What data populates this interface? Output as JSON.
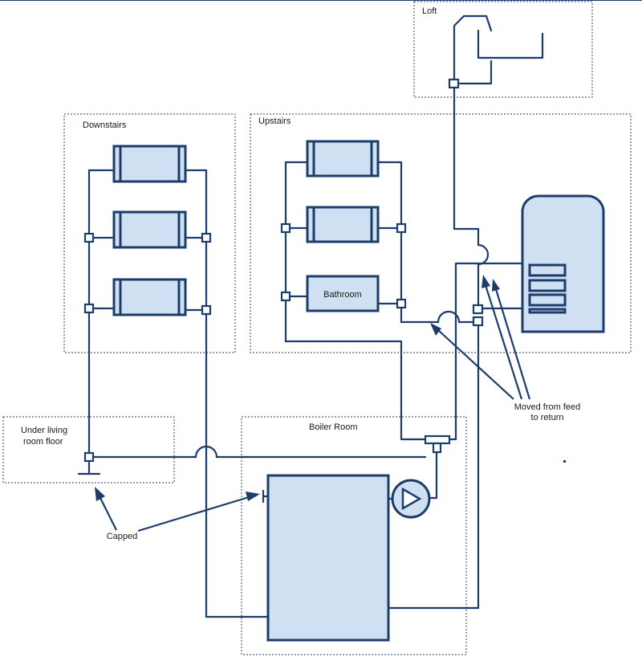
{
  "zones": {
    "loft": "Loft",
    "downstairs": "Downstairs",
    "upstairs": "Upstairs",
    "under_floor_line1": "Under living",
    "under_floor_line2": "room floor",
    "boiler_room": "Boiler Room"
  },
  "labels": {
    "bathroom": "Bathroom",
    "capped": "Capped",
    "moved_line1": "Moved from feed",
    "moved_line2": "to return"
  },
  "colors": {
    "pipe": "#1c3d6b",
    "fill": "#cfe0f2",
    "zone_border": "#1f3f6e"
  }
}
